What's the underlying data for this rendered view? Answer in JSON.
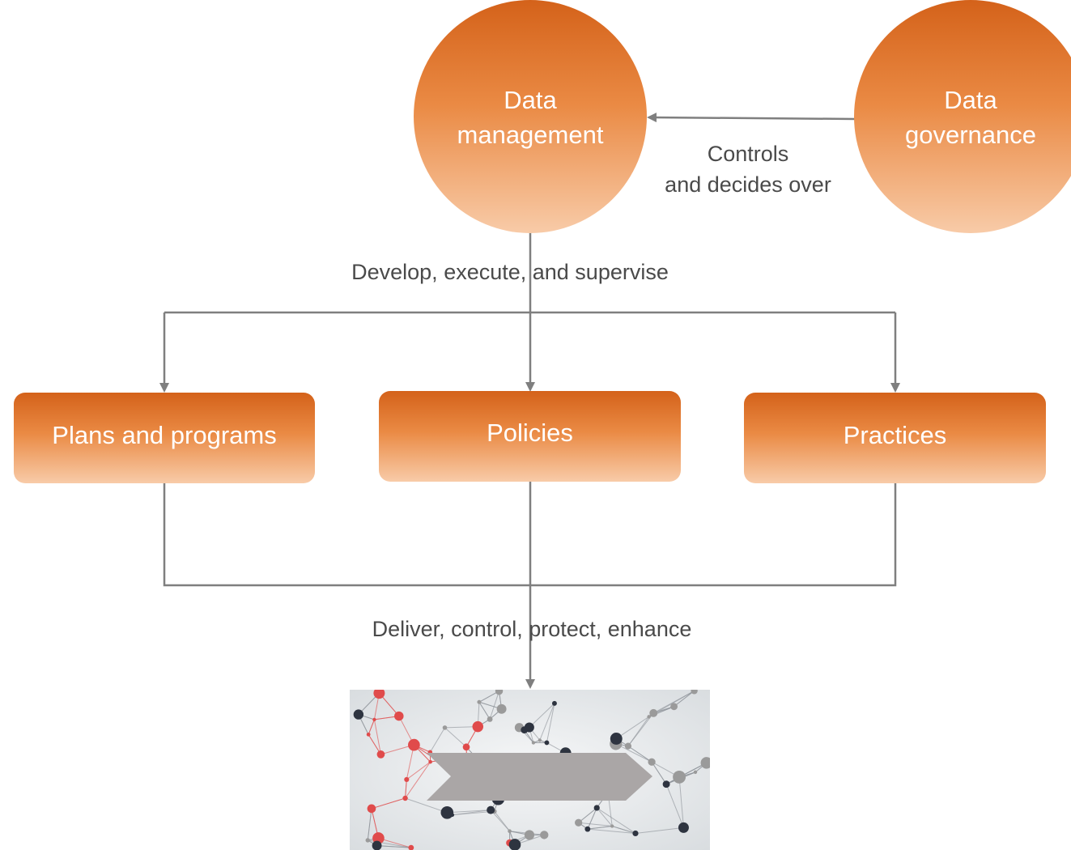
{
  "nodes": {
    "data_management": {
      "line1": "Data",
      "line2": "management"
    },
    "data_governance": {
      "line1": "Data",
      "line2": "governance"
    },
    "plans": {
      "label": "Plans and programs"
    },
    "policies": {
      "label": "Policies"
    },
    "practices": {
      "label": "Practices"
    }
  },
  "edges": {
    "controls": {
      "line1": "Controls",
      "line2": "and decides over"
    },
    "develop": {
      "label": "Develop, execute, and supervise"
    },
    "deliver": {
      "label": "Deliver, control, protect, enhance"
    }
  },
  "colors": {
    "node_top": "#d4621a",
    "node_mid": "#ea8a44",
    "node_bottom": "#f8cba8",
    "connector": "#7f7f7f",
    "label_text": "#4a4a4a",
    "network_red": "#e04b4b",
    "network_dark": "#2e3440",
    "network_gray": "#9a9a9a",
    "arrow_fill": "#aaa6a6"
  },
  "icons": {
    "network_image": "network-graph-image",
    "chevron": "chevron-arrow-icon"
  }
}
